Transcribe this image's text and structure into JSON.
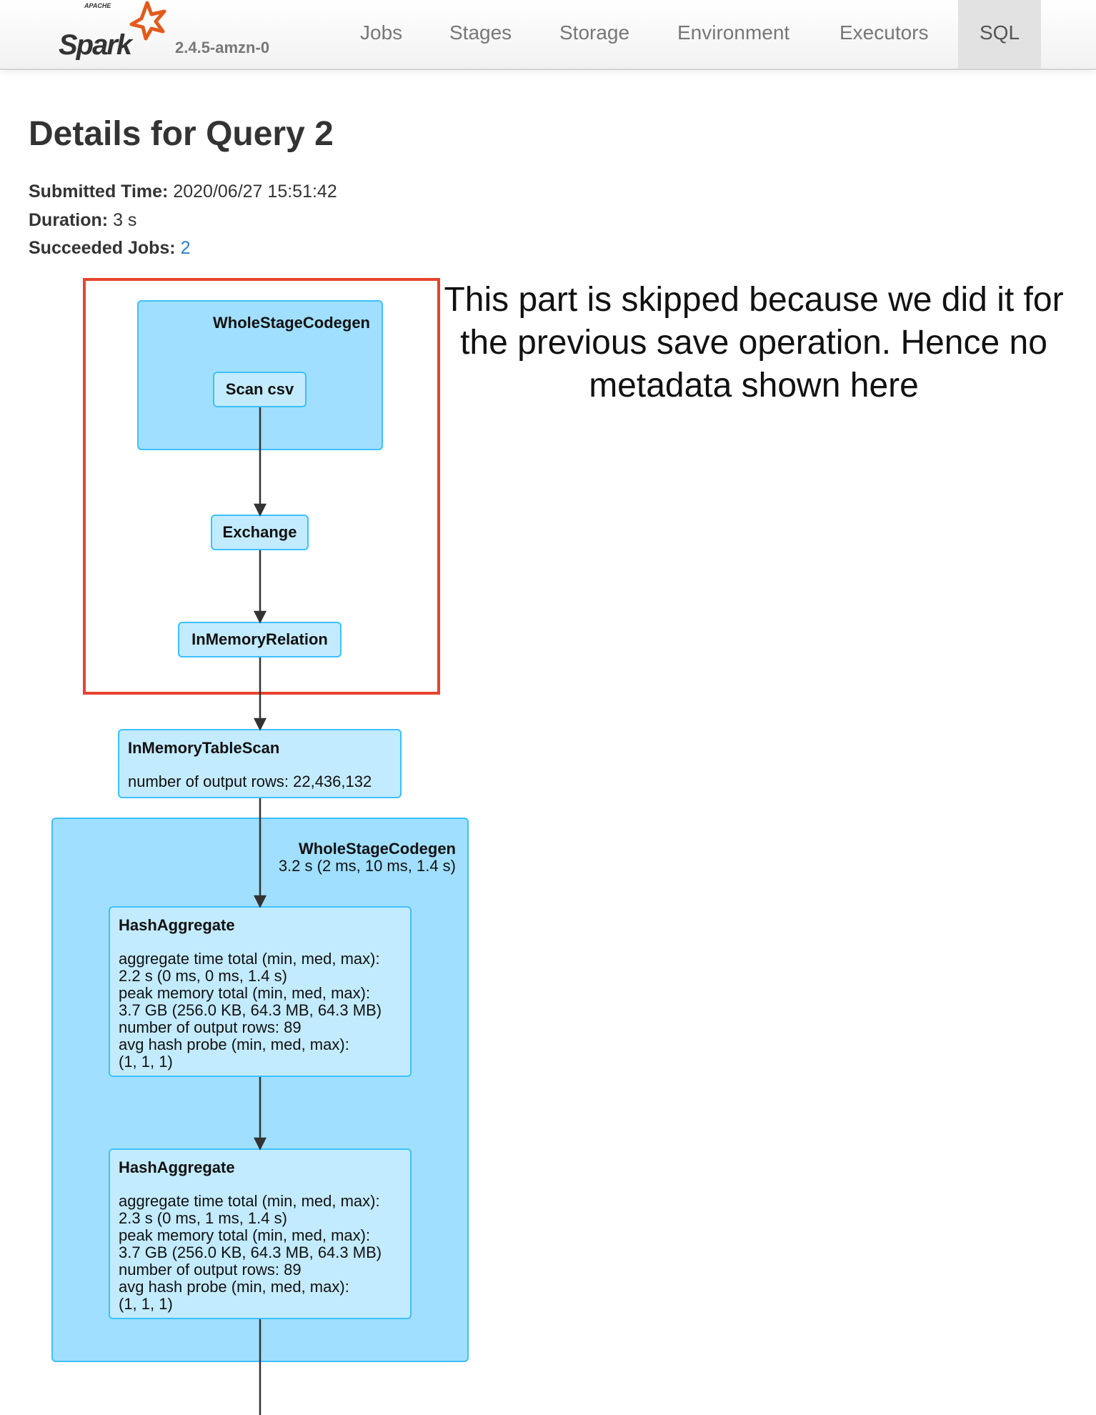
{
  "navbar": {
    "logo_text": "Apache Spark",
    "version": "2.4.5-amzn-0",
    "items": [
      {
        "label": "Jobs",
        "active": false
      },
      {
        "label": "Stages",
        "active": false
      },
      {
        "label": "Storage",
        "active": false
      },
      {
        "label": "Environment",
        "active": false
      },
      {
        "label": "Executors",
        "active": false
      },
      {
        "label": "SQL",
        "active": true
      }
    ]
  },
  "page": {
    "title": "Details for Query 2",
    "submitted_label": "Submitted Time:",
    "submitted_value": "2020/06/27 15:51:42",
    "duration_label": "Duration:",
    "duration_value": "3 s",
    "jobs_label": "Succeeded Jobs:",
    "jobs_value": "2"
  },
  "annotation": {
    "text": "This part is skipped because we did it for the previous save operation. Hence no metadata shown here",
    "color": "#e8432e"
  },
  "graph": {
    "cluster1": {
      "label": "WholeStageCodegen"
    },
    "scan_csv": {
      "label": "Scan csv"
    },
    "exchange": {
      "label": "Exchange"
    },
    "in_memory_relation": {
      "label": "InMemoryRelation"
    },
    "in_memory_table_scan": {
      "label": "InMemoryTableScan",
      "metrics": "number of output rows: 22,436,132"
    },
    "cluster2": {
      "label": "WholeStageCodegen",
      "metrics": "3.2 s (2 ms, 10 ms, 1.4 s)"
    },
    "hash_aggregate_1": {
      "label": "HashAggregate",
      "metrics": "aggregate time total (min, med, max):\n2.2 s (0 ms, 0 ms, 1.4 s)\npeak memory total (min, med, max):\n3.7 GB (256.0 KB, 64.3 MB, 64.3 MB)\nnumber of output rows: 89\navg hash probe (min, med, max):\n(1, 1, 1)"
    },
    "hash_aggregate_2": {
      "label": "HashAggregate",
      "metrics": "aggregate time total (min, med, max):\n2.3 s (0 ms, 1 ms, 1.4 s)\npeak memory total (min, med, max):\n3.7 GB (256.0 KB, 64.3 MB, 64.3 MB)\nnumber of output rows: 89\navg hash probe (min, med, max):\n(1, 1, 1)"
    },
    "colors": {
      "cluster": "#a0dfff",
      "node": "#c3ebff",
      "border": "#3ec0ff"
    }
  }
}
